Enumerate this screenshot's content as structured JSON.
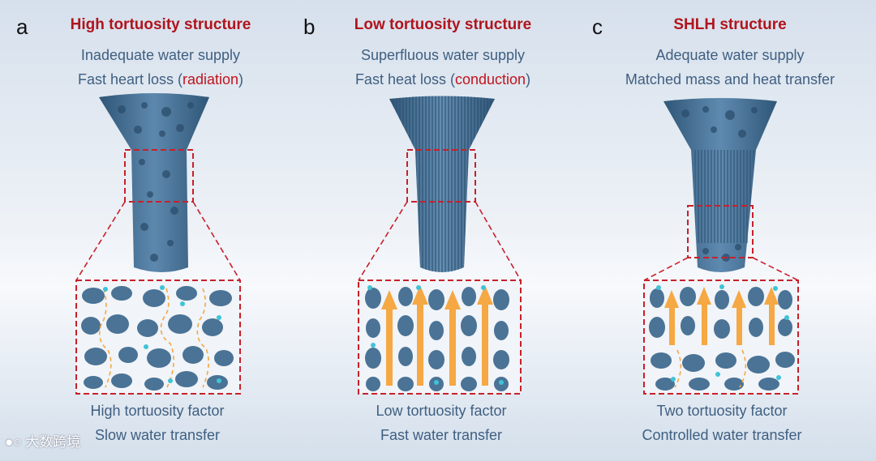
{
  "panels": [
    {
      "letter": "a",
      "title": "High tortuosity structure",
      "line1": "Inadequate water supply",
      "line2_pre": "Fast heart loss (",
      "line2_red": "radiation",
      "line2_post": ")",
      "bottom1": "High tortuosity factor",
      "bottom2": "Slow water transfer"
    },
    {
      "letter": "b",
      "title": "Low tortuosity structure",
      "line1": "Superfluous water supply",
      "line2_pre": "Fast heat loss (",
      "line2_red": "conduction",
      "line2_post": ")",
      "bottom1": "Low tortuosity factor",
      "bottom2": "Fast water transfer"
    },
    {
      "letter": "c",
      "title": "SHLH structure",
      "line1": "Adequate water supply",
      "line2": "Matched mass and heat transfer",
      "bottom1": "Two tortuosity factor",
      "bottom2": "Controlled water transfer"
    }
  ],
  "watermark": "大数跨境",
  "colors": {
    "title": "#b0141d",
    "text": "#3f5f81",
    "structure": "#4a7396",
    "arrow": "#f5a843",
    "dash": "#c8202a"
  }
}
